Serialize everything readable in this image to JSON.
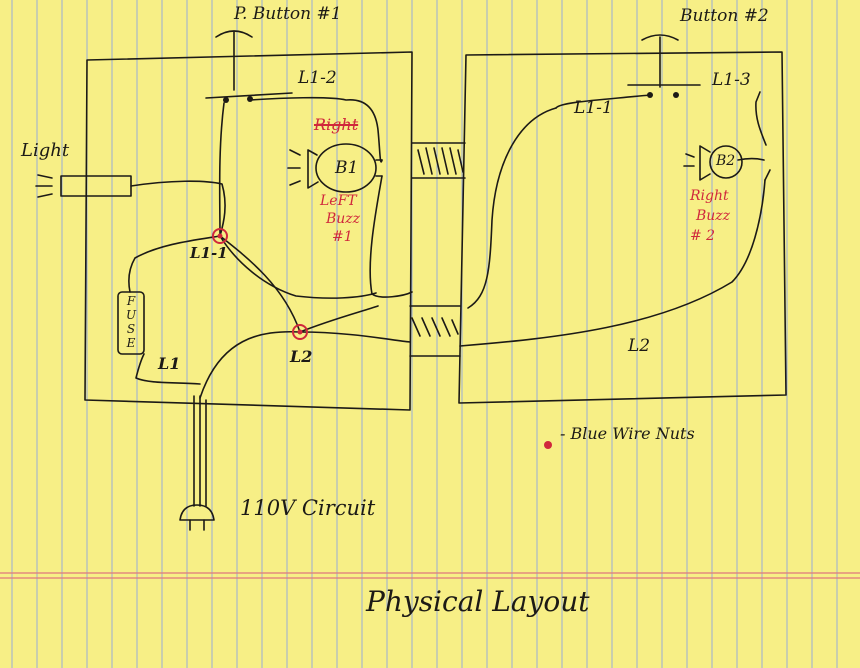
{
  "labels": {
    "button1": "P. Button #1",
    "button2": "Button #2",
    "light": "Light",
    "l1_2": "L1-2",
    "l1_3": "L1-3",
    "l1_1_right": "L1-1",
    "l1_1_left": "L1-1",
    "l1": "L1",
    "l2_left": "L2",
    "l2_right": "L2",
    "fuse": "FUSE",
    "b1": "B1",
    "b2": "B2",
    "left_buzz": [
      "LeFT",
      "Buzz",
      "#1"
    ],
    "right_buzz": [
      "Right",
      "Buzz",
      "# 2"
    ],
    "crossed_out": "Right",
    "circuit": "110V Circuit",
    "legend": "- Blue Wire Nuts",
    "caption": "Physical Layout"
  },
  "colors": {
    "paper": "#f7ef86",
    "ink": "#1c1a16",
    "red_ink": "#d0283c",
    "rule_blue": "#9aaed6",
    "margin_red": "#e0787e"
  }
}
